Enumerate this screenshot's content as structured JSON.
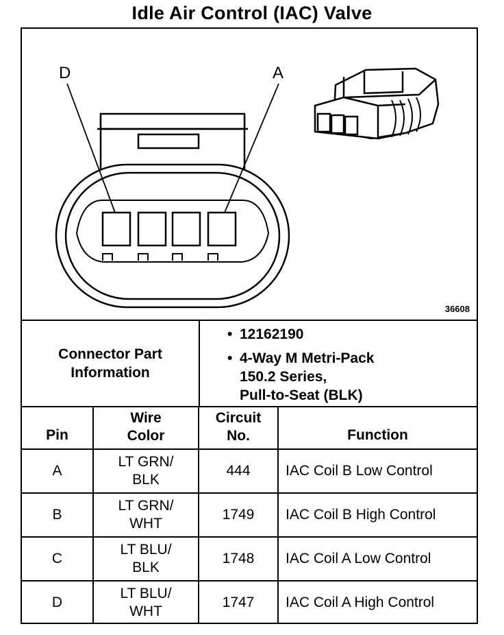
{
  "title": "Idle Air Control (IAC) Valve",
  "figure": {
    "id": "36608",
    "callout_left": "D",
    "callout_right": "A"
  },
  "connector_info": {
    "label": "Connector Part Information",
    "items": [
      "12162190",
      "4-Way M Metri-Pack\n150.2 Series,\nPull-to-Seat (BLK)"
    ]
  },
  "table": {
    "headers": {
      "pin": "Pin",
      "wire_color": "Wire\nColor",
      "circuit": "Circuit\nNo.",
      "function": "Function"
    },
    "rows": [
      {
        "pin": "A",
        "wire_color": "LT GRN/\nBLK",
        "circuit": "444",
        "function": "IAC Coil B Low Control"
      },
      {
        "pin": "B",
        "wire_color": "LT GRN/\nWHT",
        "circuit": "1749",
        "function": "IAC Coil B High Control"
      },
      {
        "pin": "C",
        "wire_color": "LT BLU/\nBLK",
        "circuit": "1748",
        "function": "IAC Coil A Low Control"
      },
      {
        "pin": "D",
        "wire_color": "LT BLU/\nWHT",
        "circuit": "1747",
        "function": "IAC Coil A High Control"
      }
    ]
  }
}
